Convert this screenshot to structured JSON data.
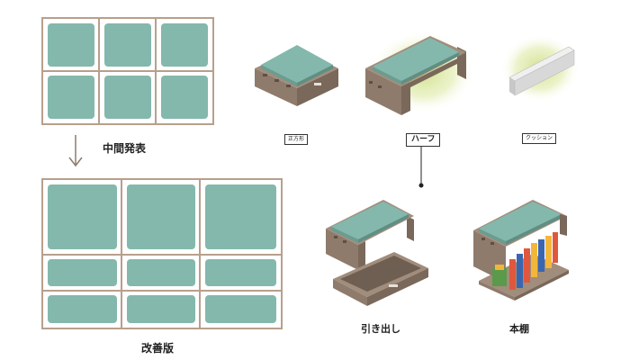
{
  "labels": {
    "interim": "中間発表",
    "improved": "改善版",
    "drawer": "引き出し",
    "bookshelf": "本棚"
  },
  "tags": {
    "square": "正方形",
    "half": "ハーフ",
    "cushion": "クッション"
  },
  "colors": {
    "frame": "#b89f8c",
    "seat": "#84b8ac",
    "wood": "#8f7b6b",
    "wood_dark": "#6f5f52",
    "glow": "#cde08a"
  }
}
